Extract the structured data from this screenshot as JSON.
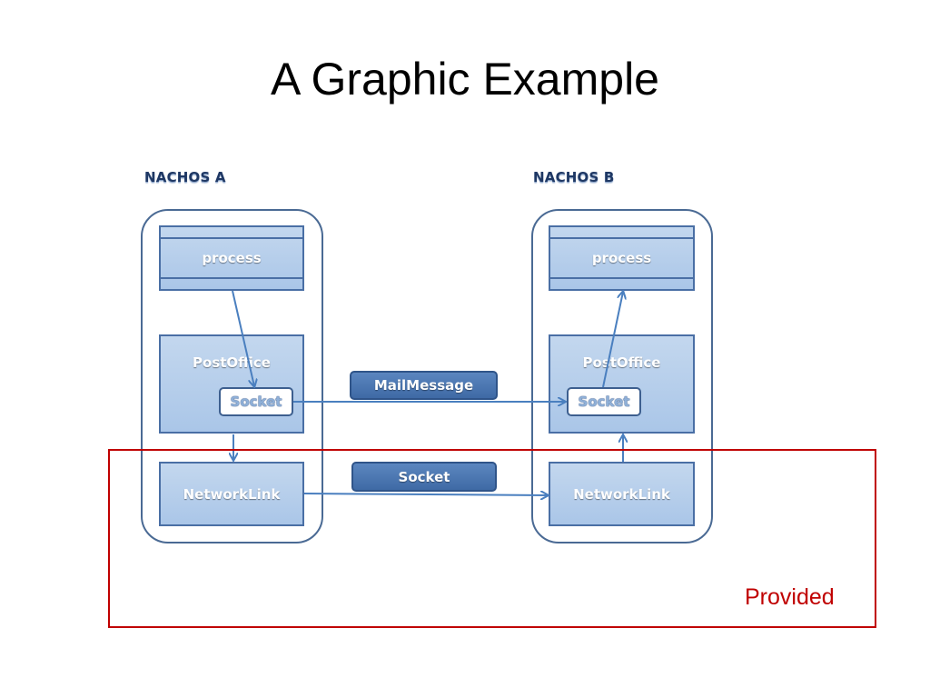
{
  "title": "A Graphic Example",
  "nachos_a": {
    "label": "NACHOS A",
    "process": "process",
    "postoffice": "PostOffice",
    "socket": "Socket",
    "networklink": "NetworkLink"
  },
  "nachos_b": {
    "label": "NACHOS B",
    "process": "process",
    "postoffice": "PostOffice",
    "socket": "Socket",
    "networklink": "NetworkLink"
  },
  "links": {
    "mail_message": "MailMessage",
    "socket": "Socket"
  },
  "provided": {
    "label": "Provided",
    "color": "#c00000"
  },
  "colors": {
    "node_fill": "#aac6e8",
    "node_border": "#4a6fa5",
    "pill_fill": "#4a76b2",
    "arrow": "#4a7fbf",
    "container_border": "#4a6a94"
  }
}
